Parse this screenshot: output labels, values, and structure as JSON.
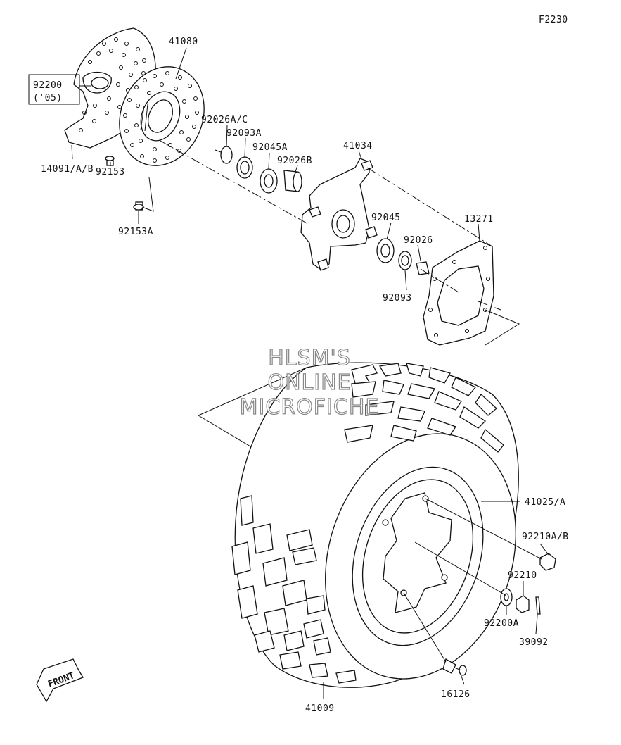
{
  "diagram_code": "F2230",
  "watermark": [
    "HLSM'S",
    "ONLINE",
    "MICROFICHE"
  ],
  "front_arrow_label": "FRONT",
  "parts": [
    {
      "id": "p-41080",
      "number": "41080"
    },
    {
      "id": "p-92200",
      "number": "92200"
    },
    {
      "id": "p-92200-note",
      "number": "('05)"
    },
    {
      "id": "p-14091",
      "number": "14091/A/B"
    },
    {
      "id": "p-92153",
      "number": "92153"
    },
    {
      "id": "p-92153a",
      "number": "92153A"
    },
    {
      "id": "p-92026ac",
      "number": "92026A/C"
    },
    {
      "id": "p-92093a",
      "number": "92093A"
    },
    {
      "id": "p-92045a",
      "number": "92045A"
    },
    {
      "id": "p-92026b",
      "number": "92026B"
    },
    {
      "id": "p-41034",
      "number": "41034"
    },
    {
      "id": "p-92045",
      "number": "92045"
    },
    {
      "id": "p-92026",
      "number": "92026"
    },
    {
      "id": "p-13271",
      "number": "13271"
    },
    {
      "id": "p-92093",
      "number": "92093"
    },
    {
      "id": "p-41025",
      "number": "41025/A"
    },
    {
      "id": "p-92210ab",
      "number": "92210A/B"
    },
    {
      "id": "p-92210",
      "number": "92210"
    },
    {
      "id": "p-92200a",
      "number": "92200A"
    },
    {
      "id": "p-39092",
      "number": "39092"
    },
    {
      "id": "p-16126",
      "number": "16126"
    },
    {
      "id": "p-41009",
      "number": "41009"
    }
  ]
}
